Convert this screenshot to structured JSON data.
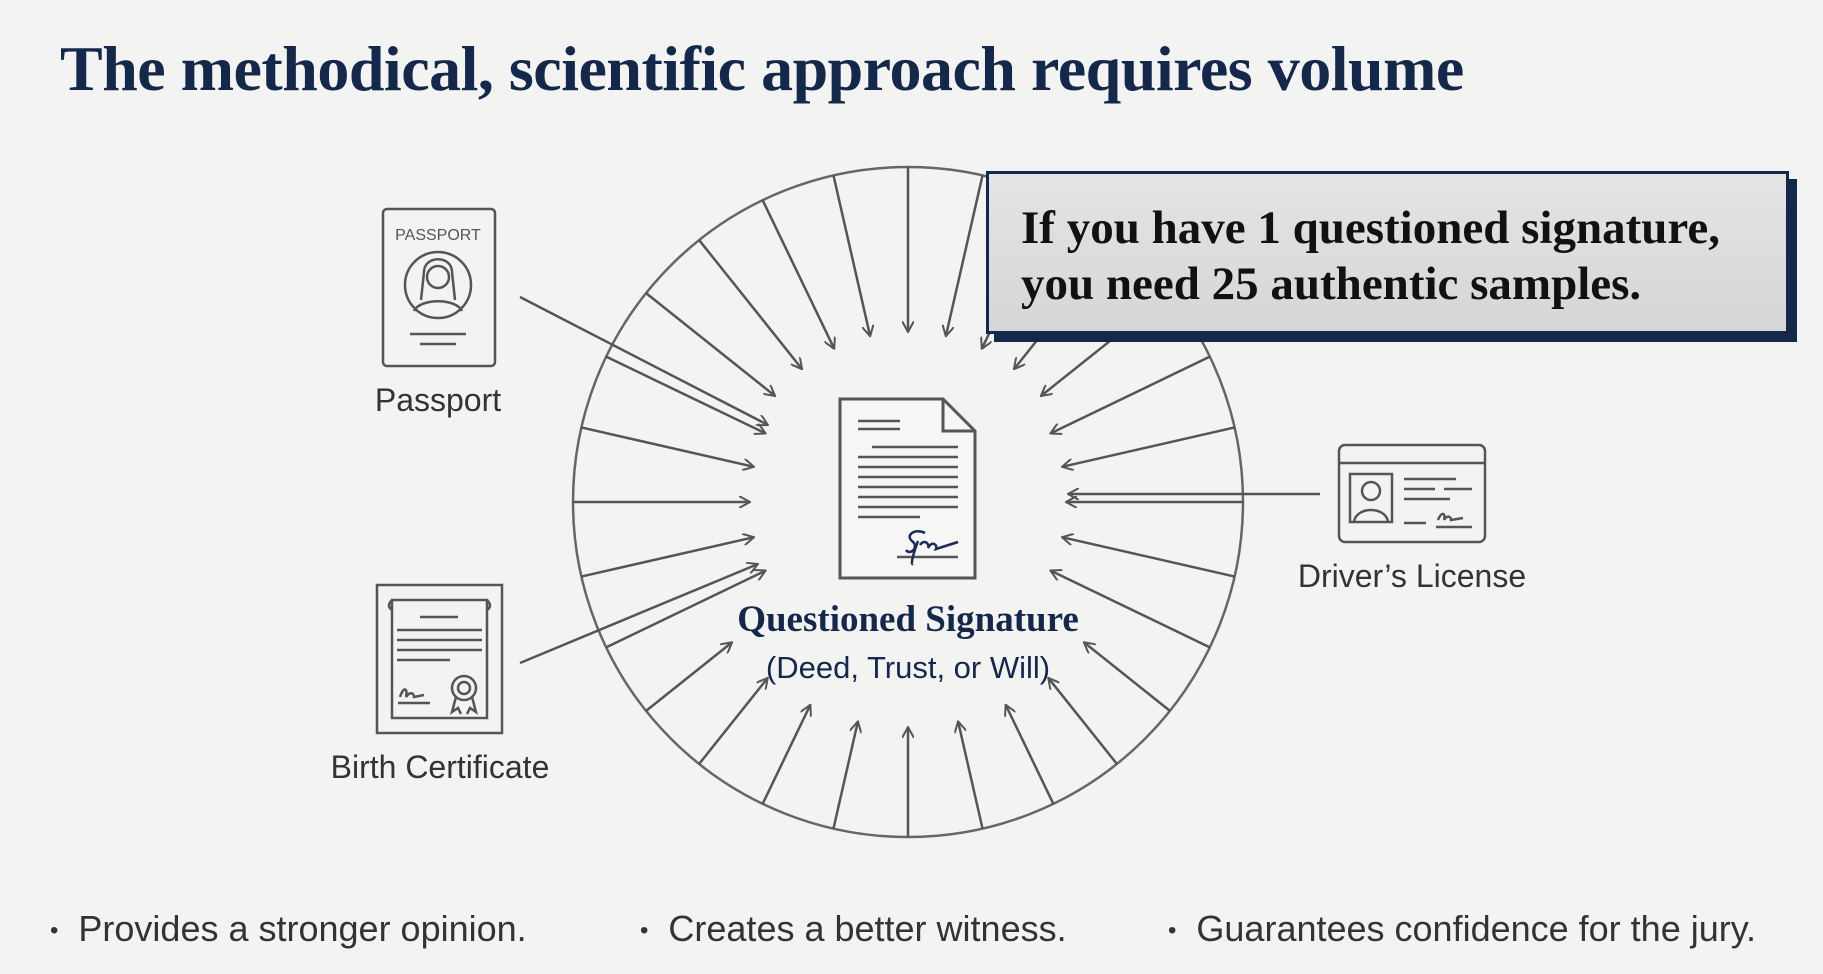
{
  "title": "The methodical, scientific approach requires volume",
  "callout": {
    "line1": "If you have 1 questioned signature,",
    "line2": "you need 25 authentic samples."
  },
  "center": {
    "label": "Questioned Signature",
    "sublabel": "(Deed, Trust, or Will)"
  },
  "sources": [
    {
      "label": "Passport",
      "icon_text": "PASSPORT"
    },
    {
      "label": "Birth Certificate"
    },
    {
      "label": "Driver’s License"
    }
  ],
  "bullets": [
    "Provides a stronger opinion.",
    "Creates a better witness.",
    "Guarantees confidence for the jury."
  ],
  "colors": {
    "navy": "#14284c",
    "line": "#555555",
    "background": "#f3f3f2"
  }
}
